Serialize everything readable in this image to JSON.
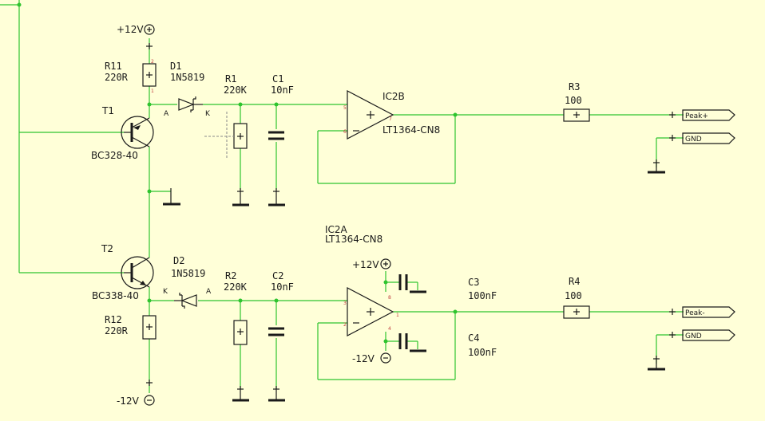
{
  "power": {
    "p12_top": "+12V",
    "m12_bottom": "-12V",
    "p12_ic": "+12V",
    "m12_ic": "-12V"
  },
  "components": {
    "R11": {
      "ref": "R11",
      "value": "220R"
    },
    "R12": {
      "ref": "R12",
      "value": "220R"
    },
    "D1": {
      "ref": "D1",
      "value": "1N5819",
      "anode": "A",
      "cathode": "K"
    },
    "D2": {
      "ref": "D2",
      "value": "1N5819",
      "anode": "A",
      "cathode": "K"
    },
    "T1": {
      "ref": "T1",
      "value": "BC328-40"
    },
    "T2": {
      "ref": "T2",
      "value": "BC338-40"
    },
    "R1": {
      "ref": "R1",
      "value": "220K"
    },
    "R2": {
      "ref": "R2",
      "value": "220K"
    },
    "C1": {
      "ref": "C1",
      "value": "10nF"
    },
    "C2": {
      "ref": "C2",
      "value": "10nF"
    },
    "C3": {
      "ref": "C3",
      "value": "100nF"
    },
    "C4": {
      "ref": "C4",
      "value": "100nF"
    },
    "R3": {
      "ref": "R3",
      "value": "100"
    },
    "R4": {
      "ref": "R4",
      "value": "100"
    },
    "IC2B": {
      "ref": "IC2B",
      "value": "LT1364-CN8"
    },
    "IC2A": {
      "ref": "IC2A",
      "value": "LT1364-CN8"
    }
  },
  "ports": {
    "peak_plus": "Peak+",
    "gnd1": "GND",
    "peak_minus": "Peak-",
    "gnd2": "GND"
  }
}
